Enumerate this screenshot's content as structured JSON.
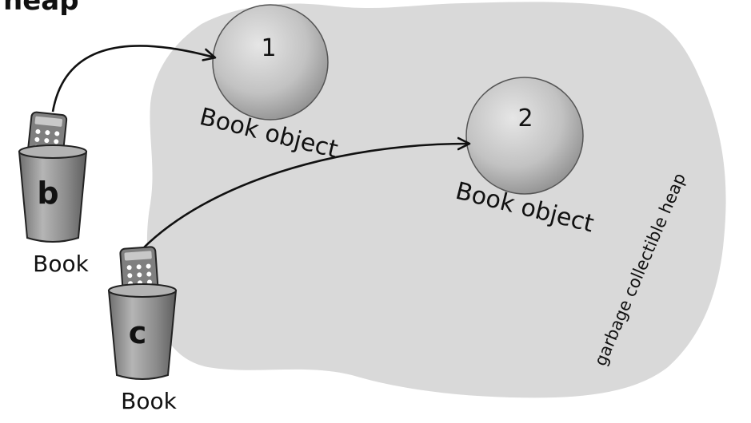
{
  "heading": "heap",
  "heap_label": "garbage collectible heap",
  "objects": [
    {
      "number": "1",
      "label": "Book object"
    },
    {
      "number": "2",
      "label": "Book object"
    }
  ],
  "references": [
    {
      "name": "b",
      "type": "Book",
      "points_to": "1"
    },
    {
      "name": "c",
      "type": "Book",
      "points_to": "2"
    }
  ],
  "colors": {
    "heap_fill": "#d9d9d9",
    "object_fill": "#c4c4c4",
    "cup_fill": "#9a9a9a",
    "remote_fill": "#8a8a8a",
    "line": "#111111"
  }
}
